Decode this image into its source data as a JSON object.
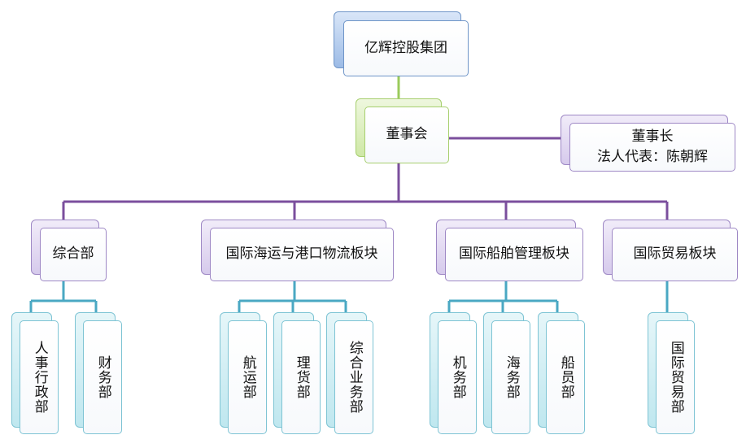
{
  "colors": {
    "top_shadow": "#a9c3ea",
    "top_border": "#6f95c8",
    "board_shadow": "#d6edb0",
    "board_border": "#a7cf6f",
    "purple_shadow": "#d9cdee",
    "purple_border": "#9e88c5",
    "cyan_shadow": "#cdeef4",
    "cyan_border": "#7ec4d4",
    "line_green": "#9bcb5b",
    "line_purple": "#7b4f9d",
    "line_cyan": "#4aa8c3"
  },
  "diagram": {
    "group": "亿辉控股集团",
    "board": "董事会",
    "chairman": {
      "title": "董事长",
      "legal_rep": "法人代表：陈朝辉"
    },
    "divisions": [
      {
        "name": "综合部",
        "departments": [
          "人事行政部",
          "财务部"
        ]
      },
      {
        "name": "国际海运与港口物流板块",
        "departments": [
          "航运部",
          "理货部",
          "综合业务部"
        ]
      },
      {
        "name": "国际船舶管理板块",
        "departments": [
          "机务部",
          "海务部",
          "船员部"
        ]
      },
      {
        "name": "国际贸易板块",
        "departments": [
          "国际贸易部"
        ]
      }
    ]
  }
}
